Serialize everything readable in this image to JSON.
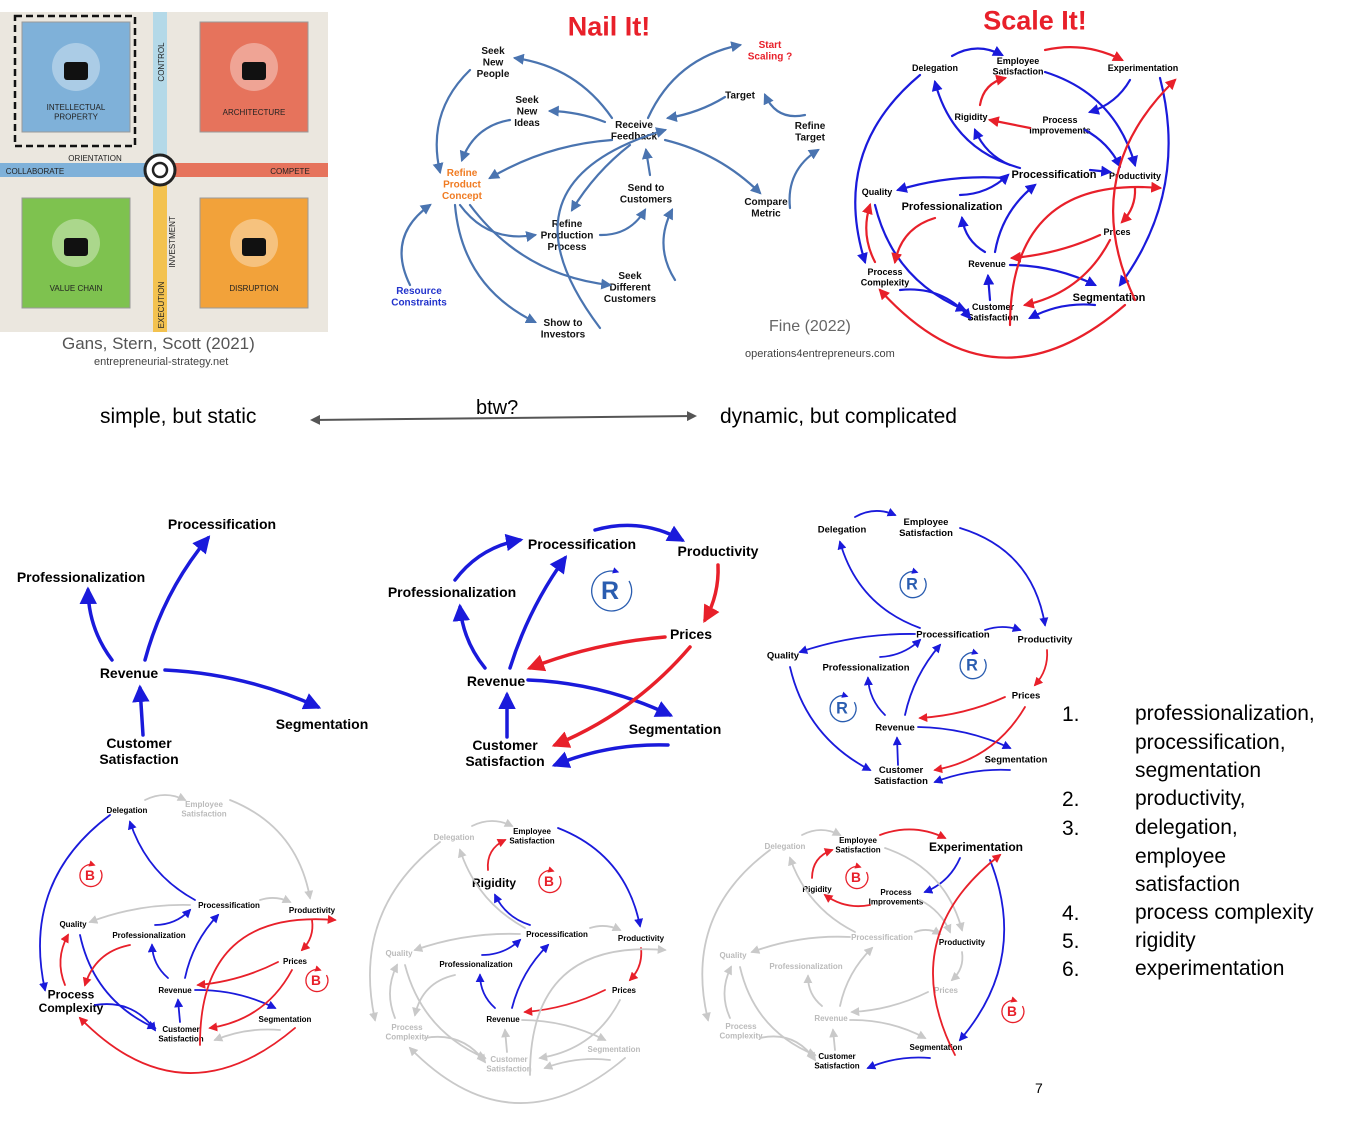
{
  "strategy_compass": {
    "tiles": [
      {
        "label": "INTELLECTUAL PROPERTY",
        "icon": "lock-icon",
        "color": "#7fb1d9"
      },
      {
        "label": "ARCHITECTURE",
        "icon": "house-icon",
        "color": "#e6735c"
      },
      {
        "label": "VALUE CHAIN",
        "icon": "chain-icon",
        "color": "#7ec24f"
      },
      {
        "label": "DISRUPTION",
        "icon": "bulb-icon",
        "color": "#f2a23a"
      }
    ],
    "axes": {
      "control": "CONTROL",
      "orientation": "ORIENTATION",
      "collaborate": "COLLABORATE",
      "compete": "COMPETE",
      "investment": "INVESTMENT",
      "execution": "EXECUTION"
    },
    "citation": "Gans, Stern, Scott (2021)",
    "url": "entrepreneurial-strategy.net"
  },
  "nail_it": {
    "title": "Nail It!",
    "nodes": {
      "seek_new_people": "Seek\nNew\nPeople",
      "seek_new_ideas": "Seek\nNew\nIdeas",
      "receive_feedback": "Receive\nFeedback",
      "start_scaling": "Start\nScaling ?",
      "target": "Target",
      "refine_target": "Refine\nTarget",
      "refine_product_concept": "Refine\nProduct\nConcept",
      "send_to_customers": "Send to\nCustomers",
      "compare_metric": "Compare\nMetric",
      "refine_production_process": "Refine\nProduction\nProcess",
      "seek_different_customers": "Seek\nDifferent\nCustomers",
      "resource_constraints": "Resource\nConstraints",
      "show_to_investors": "Show to\nInvestors"
    }
  },
  "scale_it": {
    "title": "Scale It!",
    "citation": "Fine (2022)",
    "url": "operations4entrepreneurs.com"
  },
  "nodes": {
    "delegation": "Delegation",
    "employee_satisfaction": "Employee\nSatisfaction",
    "experimentation": "Experimentation",
    "rigidity": "Rigidity",
    "process_improvements": "Process\nImprovements",
    "processification": "Processification",
    "productivity": "Productivity",
    "quality": "Quality",
    "professionalization": "Professionalization",
    "prices": "Prices",
    "revenue": "Revenue",
    "process_complexity": "Process\nComplexity",
    "segmentation": "Segmentation",
    "customer_satisfaction": "Customer\nSatisfaction"
  },
  "spectrum": {
    "left": "simple, but static",
    "middle": "btw?",
    "right": "dynamic, but complicated"
  },
  "loop_labels": {
    "reinforcing": "R",
    "balancing": "B"
  },
  "colors": {
    "positive": "#1a1adb",
    "negative": "#e8202a",
    "faded": "#c9c9c9",
    "title_red": "#e8202a",
    "blue_arrow": "#4a74b0"
  },
  "list": [
    {
      "num": "1.",
      "text": "professionalization, processification, segmentation"
    },
    {
      "num": "2.",
      "text": "productivity,"
    },
    {
      "num": "3.",
      "text": "delegation, employee satisfaction"
    },
    {
      "num": "4.",
      "text": "process complexity"
    },
    {
      "num": "5.",
      "text": "rigidity"
    },
    {
      "num": "6.",
      "text": "experimentation"
    }
  ],
  "page_number": "7"
}
